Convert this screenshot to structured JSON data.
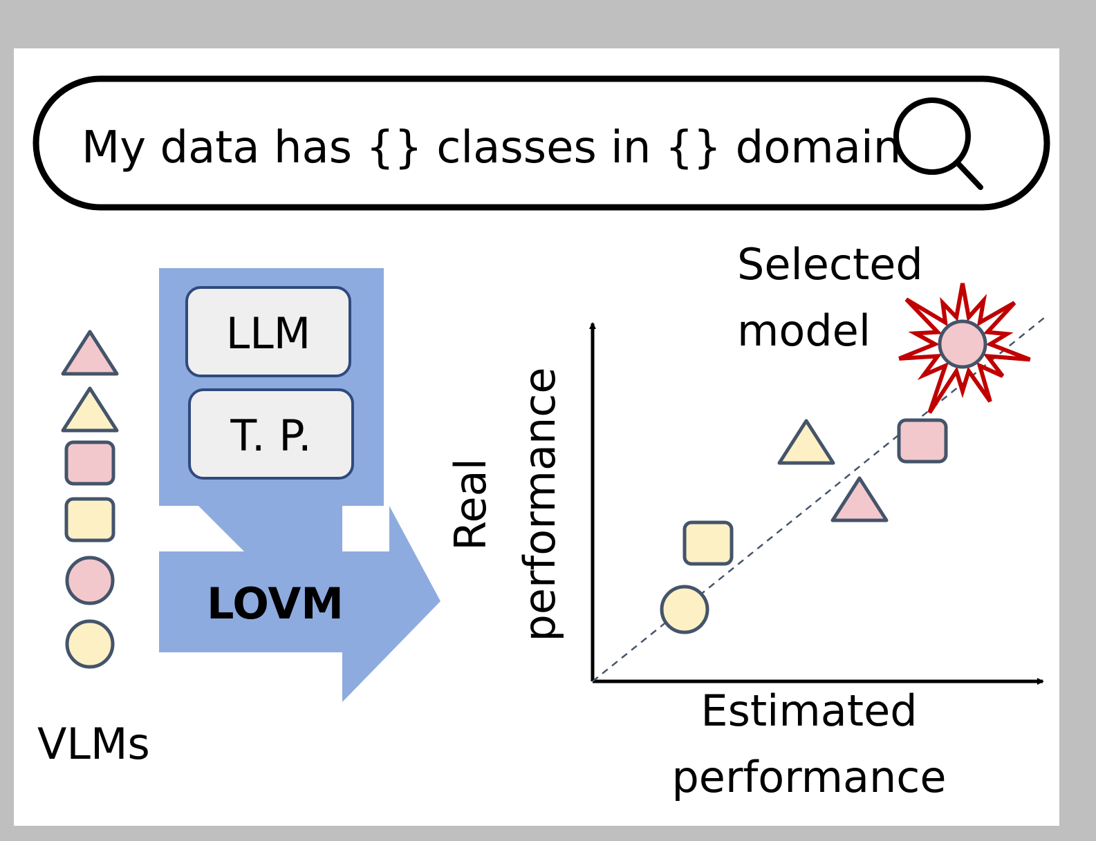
{
  "search": {
    "query": "My data has {} classes in {} domain",
    "icon": "search-icon"
  },
  "pipeline": {
    "components": [
      "LLM",
      "T. P."
    ],
    "method": "LOVM",
    "container_color": "#8eabe0",
    "box_fill": "#efefef",
    "box_stroke": "#2f4a7c"
  },
  "models": {
    "label": "VLMs",
    "items": [
      {
        "shape": "triangle",
        "color": "pink"
      },
      {
        "shape": "triangle",
        "color": "yellow"
      },
      {
        "shape": "square",
        "color": "pink"
      },
      {
        "shape": "square",
        "color": "yellow"
      },
      {
        "shape": "circle",
        "color": "pink"
      },
      {
        "shape": "circle",
        "color": "yellow"
      }
    ],
    "colors": {
      "pink": "#f2c8cc",
      "yellow": "#fdf0c5",
      "outline": "#44546a"
    }
  },
  "plot": {
    "xlabel": [
      "Estimated",
      "performance"
    ],
    "ylabel": [
      "Real",
      "performance"
    ],
    "annotation": [
      "Selected",
      "model"
    ],
    "highlight_color": "#c00000"
  }
}
